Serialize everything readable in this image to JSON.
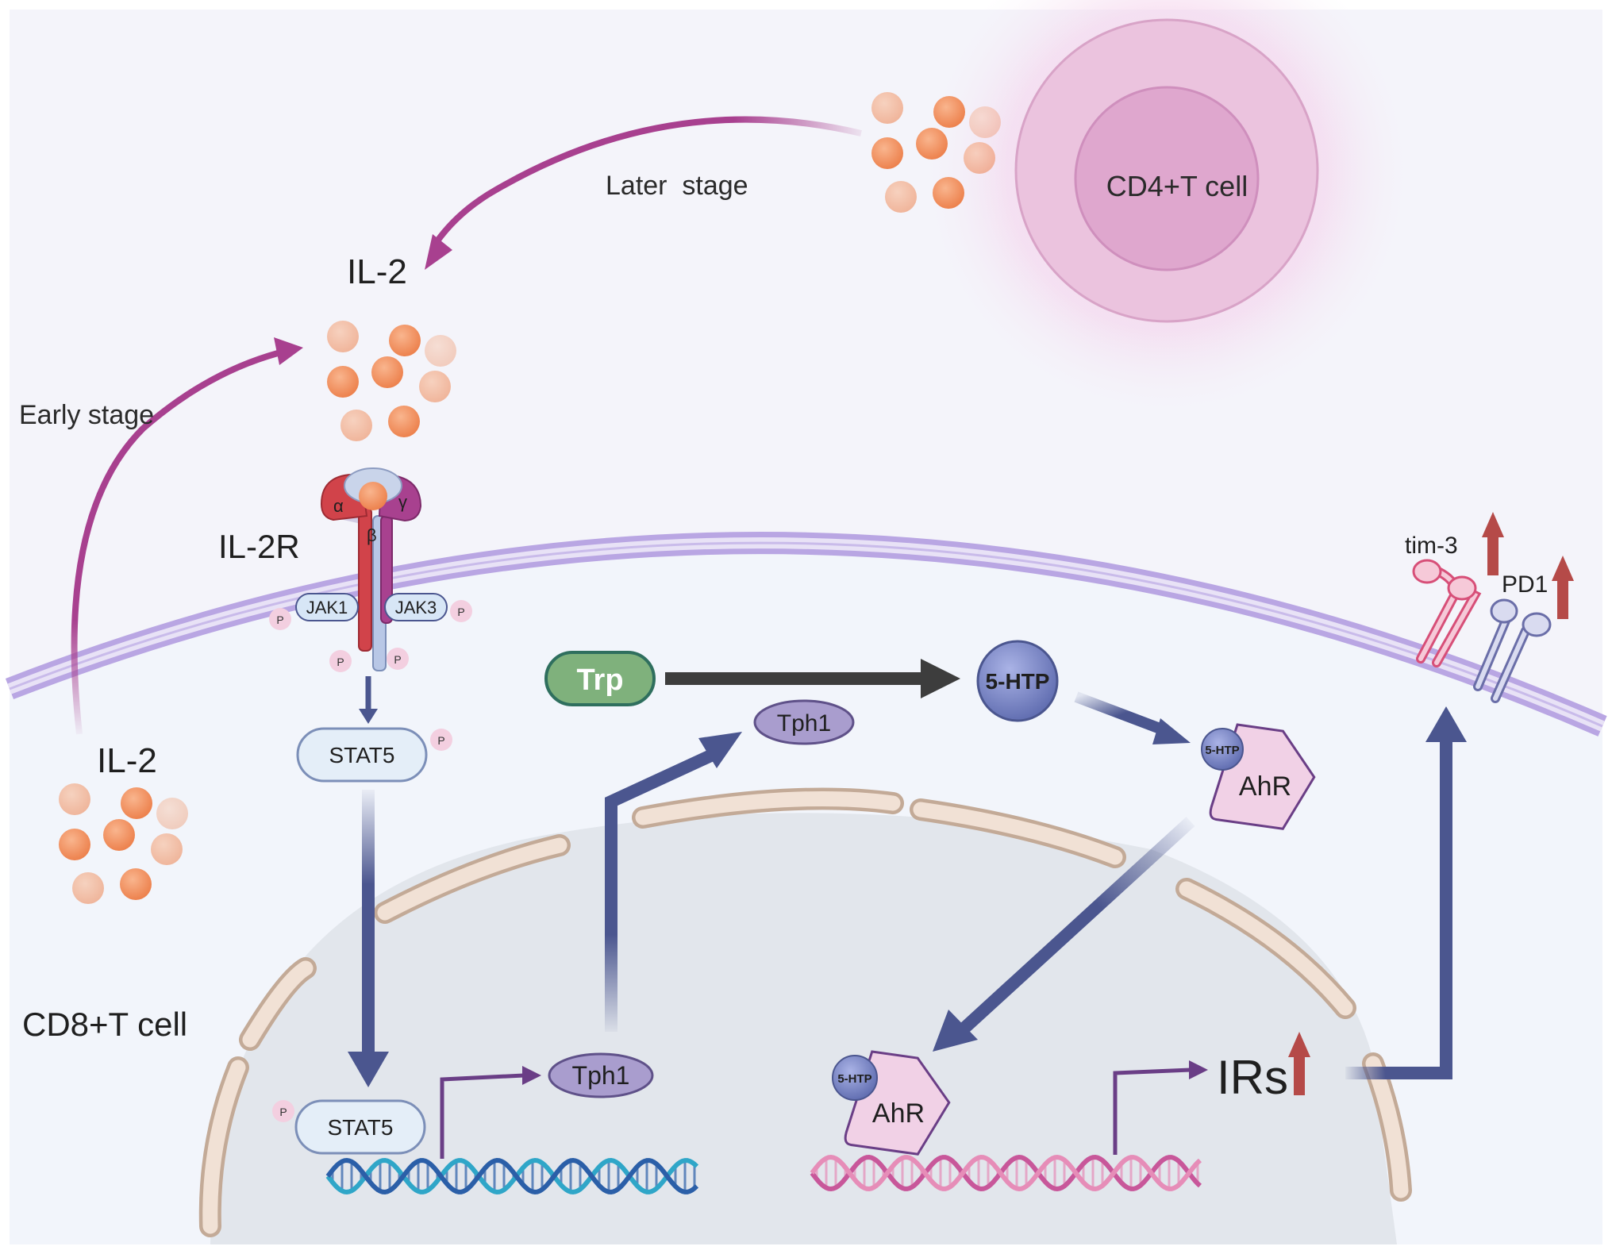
{
  "labels": {
    "later_stage": "Later  stage",
    "early_stage": "Early stage",
    "il2_top": "IL-2",
    "il2_left": "IL-2",
    "il2r": "IL-2R",
    "cd4_cell": "CD4+T cell",
    "cd8_cell": "CD8+T cell",
    "alpha": "α",
    "beta": "β",
    "gamma": "γ",
    "jak1": "JAK1",
    "jak3": "JAK3",
    "phospho": "P",
    "stat5_cyto": "STAT5",
    "stat5_nucleus": "STAT5",
    "trp": "Trp",
    "tph1_cyto": "Tph1",
    "tph1_nucleus": "Tph1",
    "htp_large": "5-HTP",
    "htp_small_cyto": "5-HTP",
    "htp_small_nucleus": "5-HTP",
    "ahr_cyto": "AhR",
    "ahr_nucleus": "AhR",
    "irs": "IRs",
    "tim3": "tim-3",
    "pd1": "PD1"
  },
  "colors": {
    "background": "#f4f4fa",
    "membrane": "#b9a6e3",
    "pathway_arrow": "#4b568f",
    "stage_arrow": "#a8408f",
    "trp_arrow": "#3d3d3d",
    "upregulation_arrow": "#b54a48",
    "il2_particle": "#f2925e",
    "cd4_cell": "#e4bcd9",
    "nucleus": "#e2e6ec",
    "nuclear_envelope": "#ead6c7",
    "trp_fill": "#7fb17c",
    "htp_fill": "#7e8acb",
    "ahr_fill": "#f1d1e6",
    "tph1_fill": "#a99dce",
    "stat5_fill": "#e4eef8",
    "dna_blue": "#2fa6c8",
    "dna_pink": "#c8579a"
  },
  "icons": [
    "il2-particle-cluster",
    "il2-receptor-icon",
    "dna-helix-icon",
    "checkpoint-receptor-icon",
    "up-arrow-icon"
  ]
}
